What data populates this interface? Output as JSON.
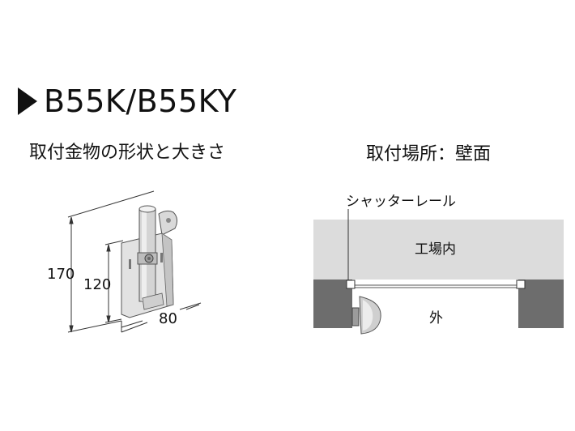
{
  "title": "B55K/B55KY",
  "left_panel": {
    "heading": "取付金物の形状と大きさ",
    "dims": {
      "height_total": "170",
      "height_plate": "120",
      "width": "80"
    }
  },
  "right_panel": {
    "heading": "取付場所：壁面",
    "label_rail": "シャッターレール",
    "label_inside": "工場内",
    "label_outside": "外"
  }
}
